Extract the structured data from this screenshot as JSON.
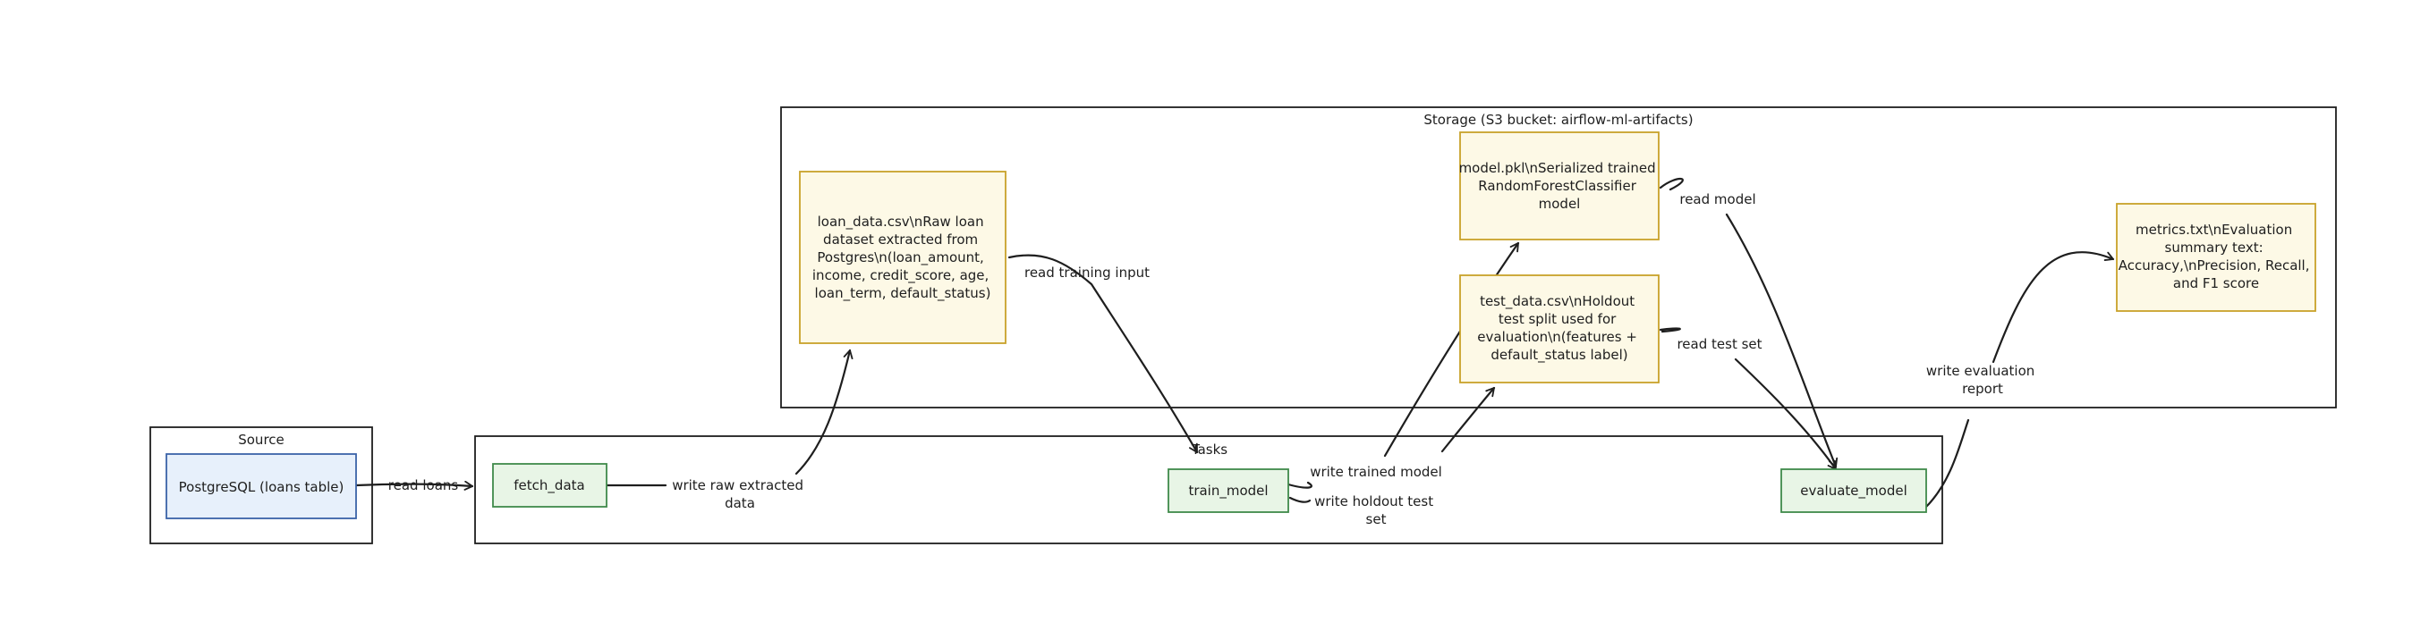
{
  "clusters": {
    "source": {
      "title": "Source"
    },
    "tasks": {
      "title": "Tasks"
    },
    "storage": {
      "title": "Storage (S3 bucket: airflow-ml-artifacts)"
    }
  },
  "nodes": {
    "postgres": {
      "lines": [
        "PostgreSQL (loans table)"
      ]
    },
    "fetch_data": {
      "lines": [
        "fetch_data"
      ]
    },
    "train_model": {
      "lines": [
        "train_model"
      ]
    },
    "evaluate_model": {
      "lines": [
        "evaluate_model"
      ]
    },
    "loan_data": {
      "lines": [
        "loan_data.csv\\nRaw loan",
        "dataset extracted from",
        "Postgres\\n(loan_amount,",
        "income, credit_score, age,",
        "loan_term, default_status)"
      ]
    },
    "model_pkl": {
      "lines": [
        "model.pkl\\nSerialized trained",
        "RandomForestClassifier",
        "model"
      ]
    },
    "test_data": {
      "lines": [
        "test_data.csv\\nHoldout",
        "test split used for",
        "evaluation\\n(features +",
        "default_status label)"
      ]
    },
    "metrics": {
      "lines": [
        "metrics.txt\\nEvaluation",
        "summary text:",
        "Accuracy,\\nPrecision, Recall,",
        "and F1 score"
      ]
    }
  },
  "edges": {
    "read_loans": [
      "read loans"
    ],
    "write_raw": [
      "write raw extracted",
      "data"
    ],
    "read_training": [
      "read training input"
    ],
    "write_trained": [
      "write trained model"
    ],
    "write_holdout": [
      "write holdout test",
      "set"
    ],
    "read_model": [
      "read model"
    ],
    "read_test": [
      "read test set"
    ],
    "write_eval": [
      "write evaluation",
      "report"
    ]
  },
  "colors": {
    "source_fill": "#e7f0fb",
    "source_stroke": "#3b63a8",
    "task_fill": "#e8f5e6",
    "task_stroke": "#3f8a4a",
    "artifact_fill": "#fdf9e6",
    "artifact_stroke": "#c8a22a",
    "line": "#1e1e1e"
  }
}
